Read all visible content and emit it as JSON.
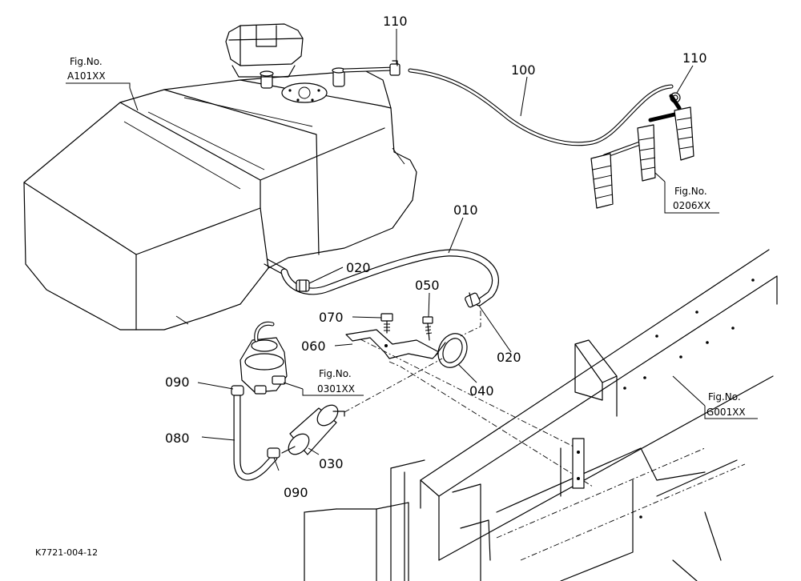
{
  "callouts": {
    "c110a": "110",
    "c110b": "110",
    "c100": "100",
    "c010": "010",
    "c020a": "020",
    "c020b": "020",
    "c050": "050",
    "c070": "070",
    "c060": "060",
    "c040": "040",
    "c090a": "090",
    "c090b": "090",
    "c080": "080",
    "c030": "030"
  },
  "figure_refs": {
    "tank": {
      "line1": "Fig.No.",
      "line2": "A101XX"
    },
    "injectors": {
      "line1": "Fig.No.",
      "line2": "0206XX"
    },
    "pump": {
      "line1": "Fig.No.",
      "line2": "0301XX"
    },
    "frame": {
      "line1": "Fig.No.",
      "line2": "G001XX"
    }
  },
  "drawing_code": "K7721-004-12"
}
